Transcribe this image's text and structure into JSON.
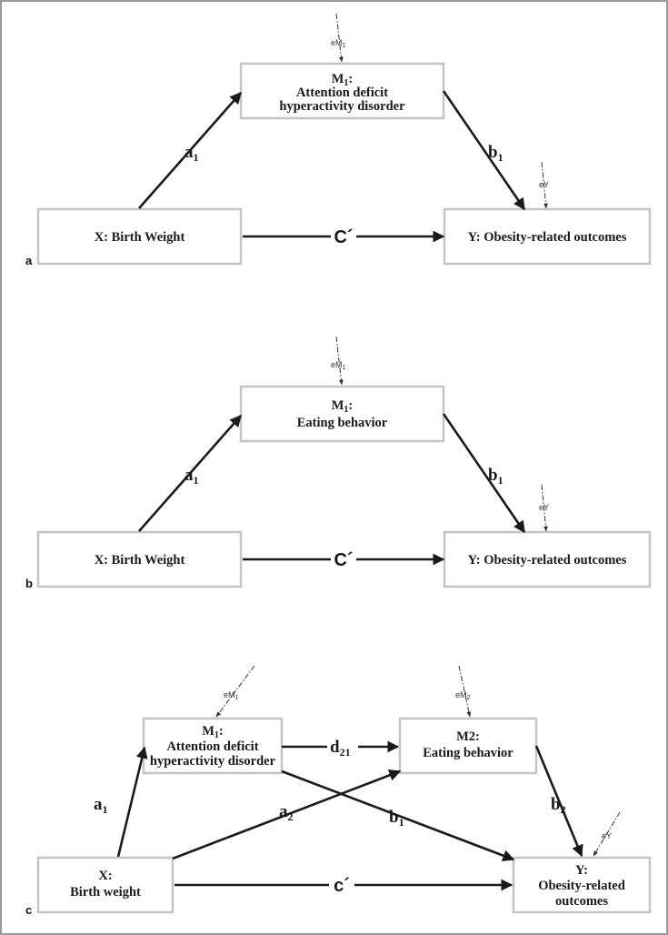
{
  "panels": {
    "a": {
      "label": "a",
      "x_box": "X: Birth Weight",
      "m1_box": {
        "head": "M",
        "head_sub": "1",
        "head_tail": ":",
        "line1": "Attention deficit",
        "line2": "hyperactivity disorder"
      },
      "y_box": "Y: Obesity-related outcomes",
      "path_a1": {
        "main": "a",
        "sub": "1"
      },
      "path_b1": {
        "main": "b",
        "sub": "1"
      },
      "path_c": "C´",
      "err_m1": {
        "main": "eM",
        "sub": "1"
      },
      "err_y": "eY"
    },
    "b": {
      "label": "b",
      "x_box": "X: Birth Weight",
      "m1_box": {
        "head": "M",
        "head_sub": "1",
        "head_tail": ":",
        "line1": "Eating behavior"
      },
      "y_box": "Y: Obesity-related outcomes",
      "path_a1": {
        "main": "a",
        "sub": "1"
      },
      "path_b1": {
        "main": "b",
        "sub": "1"
      },
      "path_c": "C´",
      "err_m1": {
        "main": "eM",
        "sub": "1"
      },
      "err_y": "eY"
    },
    "c": {
      "label": "c",
      "x_box": {
        "line1": "X:",
        "line2": "Birth weight"
      },
      "m1_box": {
        "head": "M",
        "head_sub": "1",
        "head_tail": ":",
        "line1": "Attention deficit",
        "line2": "hyperactivity disorder"
      },
      "m2_box": {
        "line1": "M2:",
        "line2": "Eating behavior"
      },
      "y_box": {
        "line1": "Y:",
        "line2": "Obesity-related",
        "line3": "outcomes"
      },
      "path_a1": {
        "main": "a",
        "sub": "1"
      },
      "path_a2": {
        "main": "a",
        "sub": "2"
      },
      "path_b1": {
        "main": "b",
        "sub": "1"
      },
      "path_b2": {
        "main": "b",
        "sub": "2"
      },
      "path_d21": {
        "main": "d",
        "sub": "21"
      },
      "path_c": "c´",
      "err_m1": {
        "main": "eM",
        "sub": "1"
      },
      "err_m2": {
        "main": "eM",
        "sub": "2"
      },
      "err_y": "eY"
    }
  },
  "colors": {
    "box_border": "#c4c4c4",
    "frame_border": "#9a9a9a",
    "arrow": "#1a1a1a"
  }
}
